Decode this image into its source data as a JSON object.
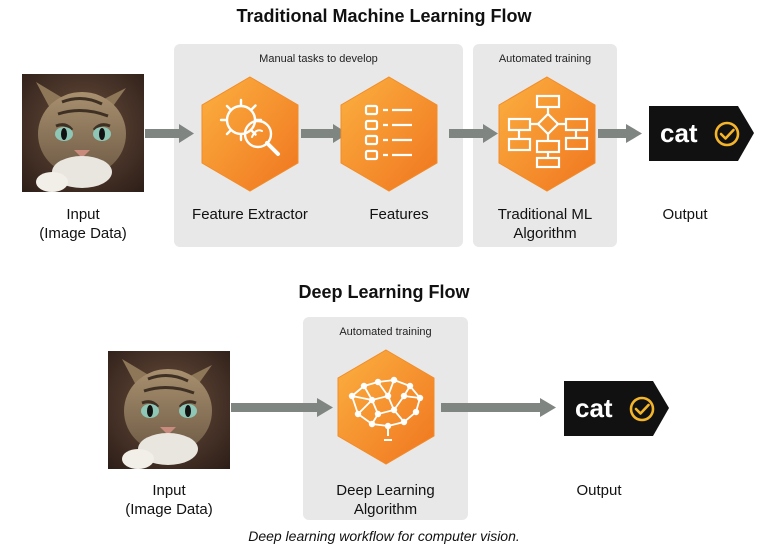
{
  "top": {
    "title": "Traditional Machine Learning Flow",
    "panel_manual_label": "Manual tasks to develop",
    "panel_auto_label": "Automated training",
    "input_label_line1": "Input",
    "input_label_line2": "(Image Data)",
    "feature_extractor_label": "Feature Extractor",
    "features_label": "Features",
    "algorithm_label_line1": "Traditional ML",
    "algorithm_label_line2": "Algorithm",
    "output_label": "Output",
    "output_tag_text": "cat"
  },
  "bottom": {
    "title": "Deep Learning Flow",
    "panel_auto_label": "Automated training",
    "input_label_line1": "Input",
    "input_label_line2": "(Image Data)",
    "algorithm_label_line1": "Deep Learning",
    "algorithm_label_line2": "Algorithm",
    "output_label": "Output",
    "output_tag_text": "cat"
  },
  "caption": "Deep learning workflow for computer vision.",
  "colors": {
    "hex_orange_light": "#FBB040",
    "hex_orange_dark": "#F0751F",
    "panel_gray": "#e8e8e8",
    "arrow_gray": "#7f8580",
    "tag_black": "#111111",
    "check_yellow": "#F5B52A"
  },
  "icons": [
    "gear-magnifier-icon",
    "list-icon",
    "flowchart-icon",
    "neural-network-icon",
    "check-circle-icon",
    "cat-photo"
  ]
}
